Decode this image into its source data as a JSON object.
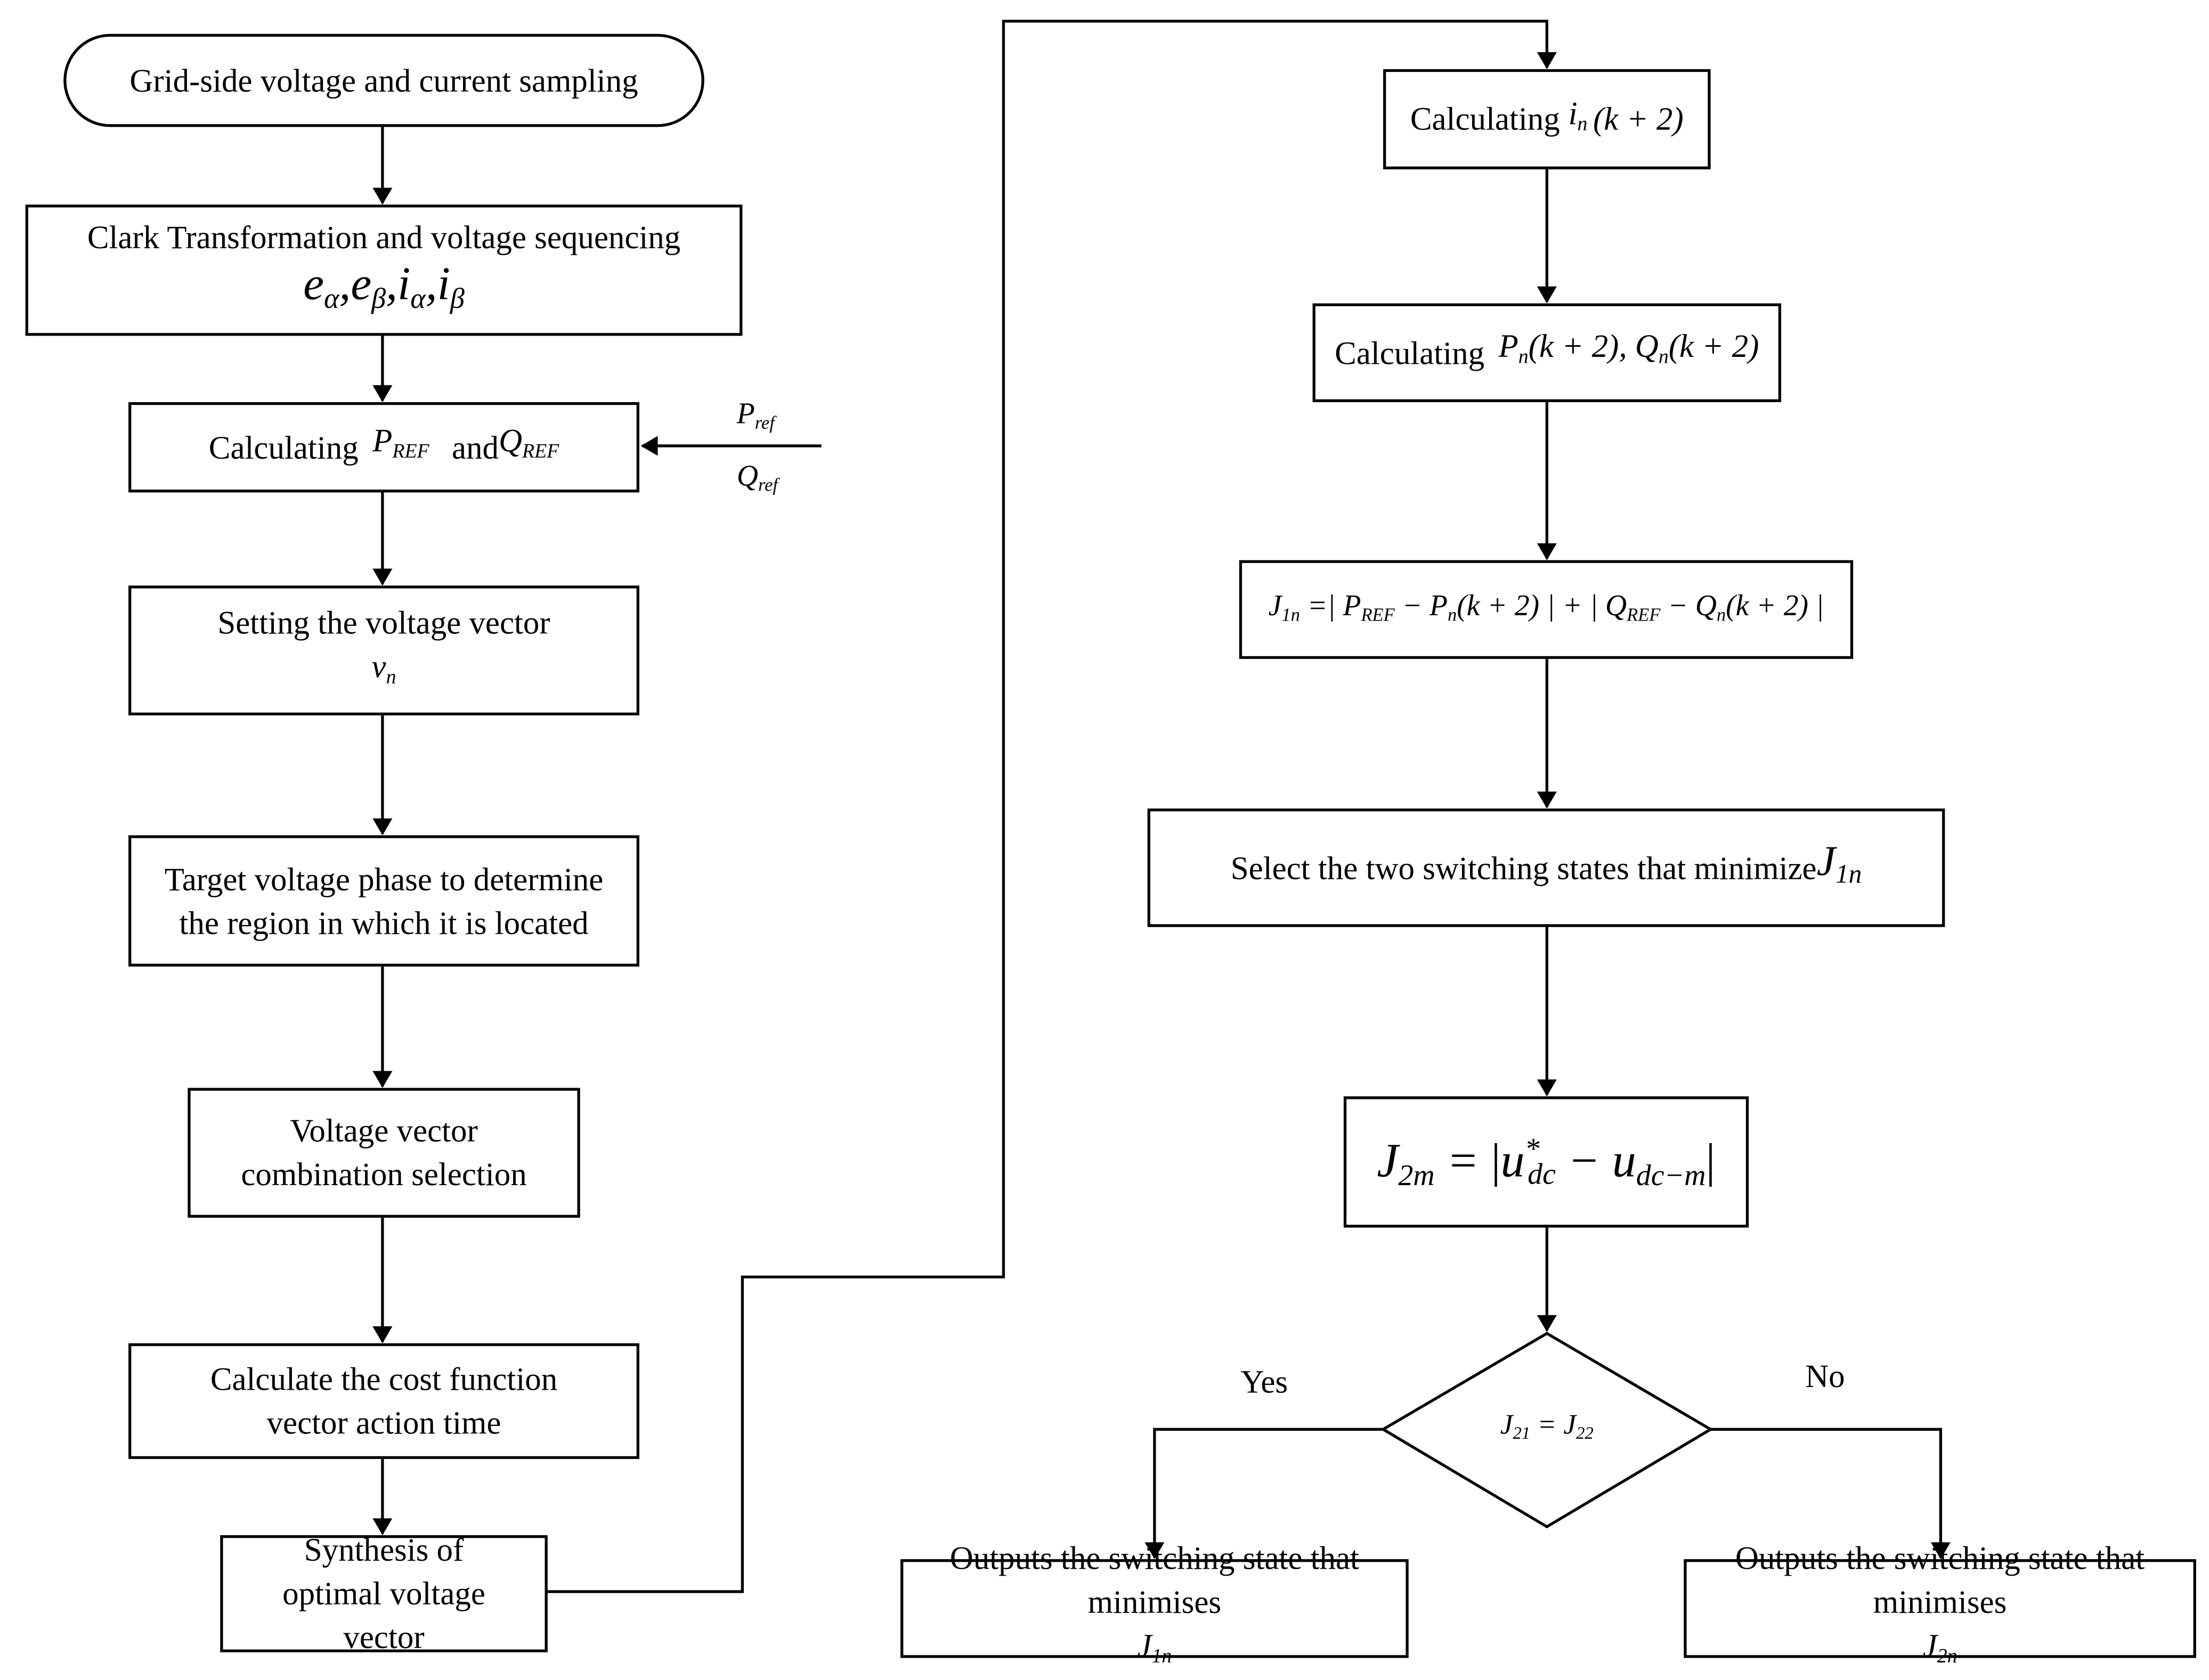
{
  "nodes": {
    "start": "Grid-side voltage and current sampling",
    "clark": "Clark Transformation and voltage sequencing",
    "clark_math": "eα,eβ,iα,iβ",
    "calc_ref_prefix": "Calculating",
    "calc_ref_and": "and",
    "set_vector": "Setting the voltage vector",
    "target_phase": "Target voltage phase to determine the region in which it is located",
    "combination": "Voltage vector combination selection",
    "cost_function": "Calculate the cost function vector action time",
    "synthesis": "Synthesis of optimal voltage vector",
    "calc_in_prefix": "Calculating",
    "calc_pq_prefix": "Calculating",
    "select_two": "Select the two switching states that minimize",
    "out_yes": "Outputs the switching state that minimises",
    "out_no": "Outputs the switching state that minimises"
  },
  "math": {
    "p_ref": "P",
    "p_ref_sub": "REF",
    "q_ref": "Q",
    "q_ref_sub": "REF",
    "input_p": "P",
    "input_p_sub": "ref",
    "input_q": "Q",
    "input_q_sub": "ref",
    "v_n": "v",
    "v_n_sub": "n",
    "i_n_expr": "(k + 2)",
    "pq_expr": "P_n(k + 2), Q_n(k + 2)",
    "j1n_formula": "J1n = | PREF − Pn(k + 2) | + | QREF − Qn(k + 2) |",
    "j2m_formula": "J2m = | u*dc − udc−m |",
    "decision": "J21 = J22",
    "j1n": "J1n",
    "j2n": "J2n"
  },
  "edge_labels": {
    "yes": "Yes",
    "no": "No"
  }
}
